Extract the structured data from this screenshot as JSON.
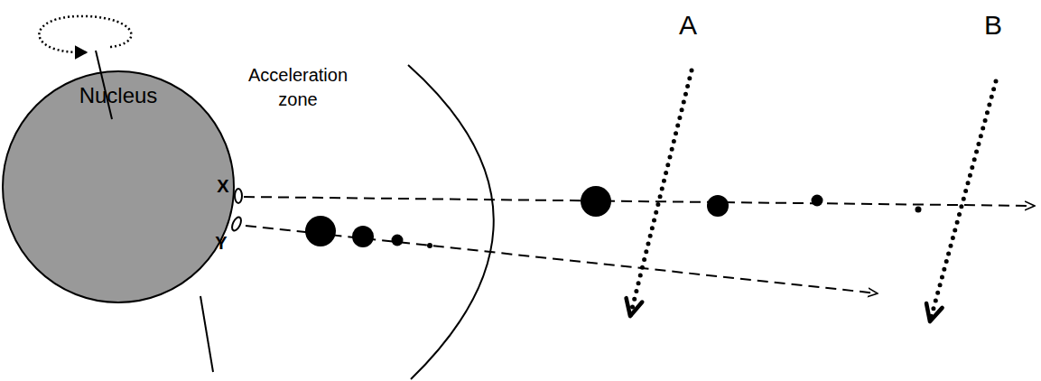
{
  "diagram": {
    "nodes": [
      {
        "text": [
          "Nucleus"
        ]
      }
    ],
    "labels": [
      "Acceleration zone",
      "A",
      "B",
      "X",
      "Y"
    ]
  }
}
